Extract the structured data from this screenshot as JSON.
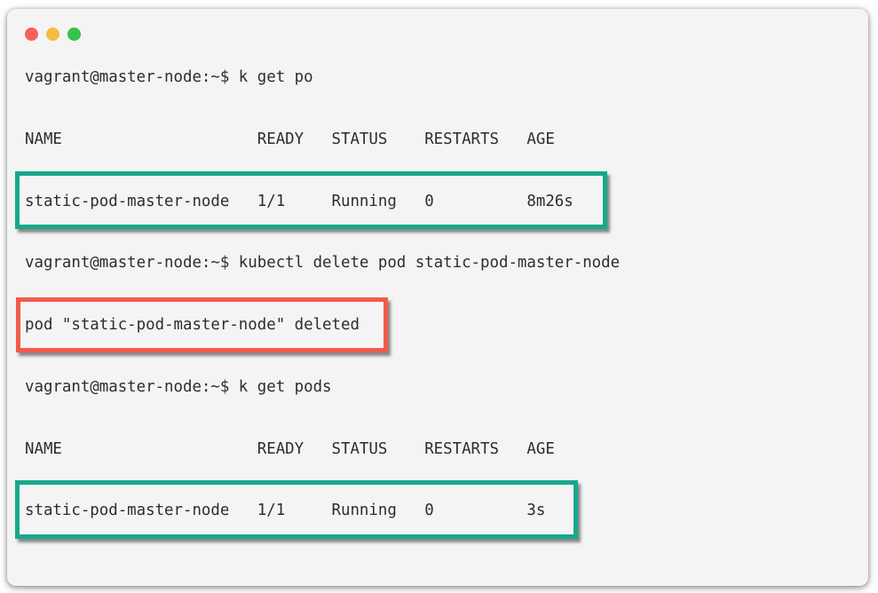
{
  "window": {
    "type": "terminal",
    "controls": [
      {
        "name": "close",
        "color": "#f6615a"
      },
      {
        "name": "minimize",
        "color": "#f3bd41"
      },
      {
        "name": "maximize",
        "color": "#36c24c"
      }
    ]
  },
  "colors": {
    "highlight_green": "#17a88c",
    "highlight_red": "#f25b4b",
    "terminal_text": "#2d2d2d",
    "terminal_bg": "#f4f4f4",
    "page_bg": "#ffffff"
  },
  "terminal": {
    "prompt": "vagrant@master-node:~$",
    "commands": [
      "k get po",
      "kubectl delete pod static-pod-master-node",
      "k get pods"
    ],
    "tables": [
      {
        "headers": [
          "NAME",
          "READY",
          "STATUS",
          "RESTARTS",
          "AGE"
        ],
        "rows": [
          [
            "static-pod-master-node",
            "1/1",
            "Running",
            "0",
            "8m26s"
          ]
        ]
      },
      {
        "headers": [
          "NAME",
          "READY",
          "STATUS",
          "RESTARTS",
          "AGE"
        ],
        "rows": [
          [
            "static-pod-master-node",
            "1/1",
            "Running",
            "0",
            "3s"
          ]
        ]
      }
    ],
    "output_message": "pod \"static-pod-master-node\" deleted",
    "lines": [
      {
        "kind": "command",
        "text": "vagrant@master-node:~$ k get po"
      },
      {
        "kind": "table-header",
        "text": "NAME                     READY   STATUS    RESTARTS   AGE"
      },
      {
        "kind": "table-row",
        "highlight": "green",
        "text": "static-pod-master-node   1/1     Running   0          8m26s"
      },
      {
        "kind": "command",
        "text": "vagrant@master-node:~$ kubectl delete pod static-pod-master-node"
      },
      {
        "kind": "output",
        "highlight": "red",
        "text": "pod \"static-pod-master-node\" deleted"
      },
      {
        "kind": "command",
        "text": "vagrant@master-node:~$ k get pods"
      },
      {
        "kind": "table-header",
        "text": "NAME                     READY   STATUS    RESTARTS   AGE"
      },
      {
        "kind": "table-row",
        "highlight": "green",
        "text": "static-pod-master-node   1/1     Running   0          3s"
      }
    ]
  }
}
